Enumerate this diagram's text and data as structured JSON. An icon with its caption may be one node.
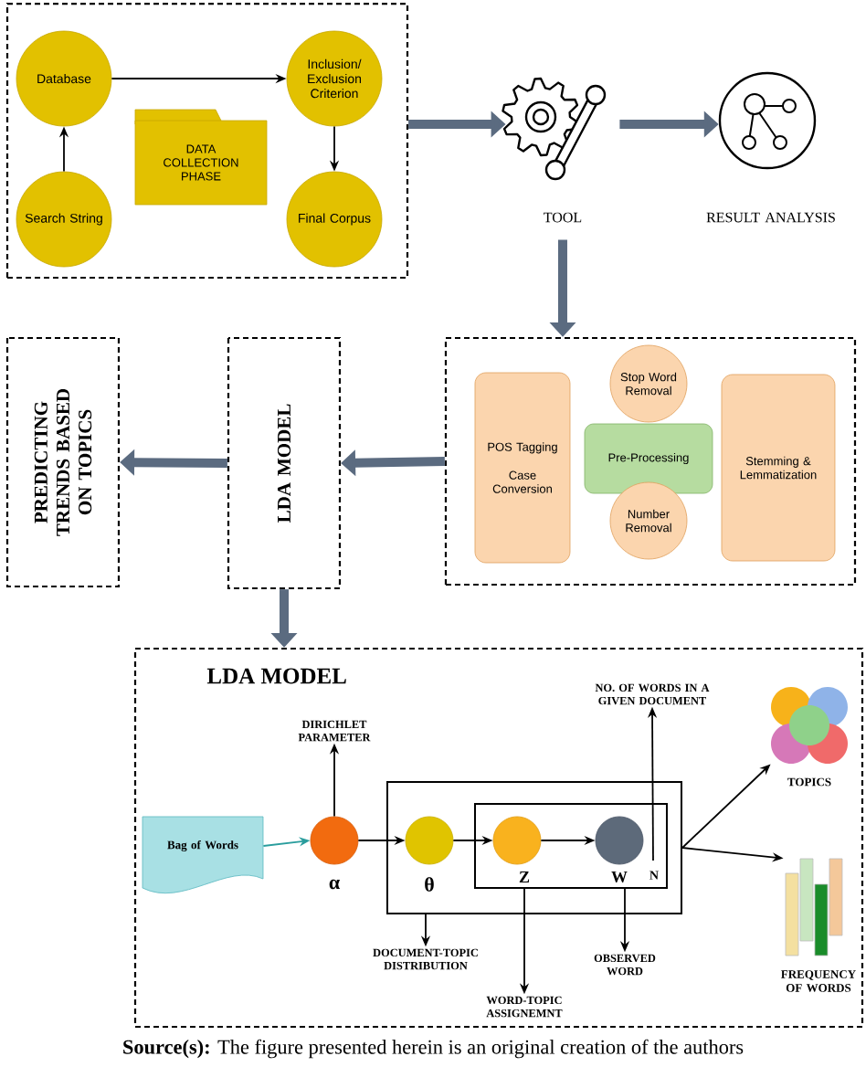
{
  "diagram": {
    "caption": "**Source(s):** The figure presented herein is an original creation of the authors",
    "nodes": [
      {
        "text": [],
        "shape": "box"
      },
      {
        "text": [
          "Database"
        ],
        "in": 0
      },
      {
        "text": [
          "Inclusion/ Exclusion Criterion"
        ],
        "in": 0
      },
      {
        "text": [
          "DATA COLLECTION PHASE"
        ],
        "in": 0
      },
      {
        "text": [
          "Search String"
        ],
        "in": 0
      },
      {
        "text": [
          "Final Corpus"
        ],
        "in": 0
      },
      {
        "text": [],
        "shape": "gear",
        "beside": [
          "TOOL"
        ]
      },
      {
        "text": [],
        "shape": "circle",
        "beside": [
          "RESULT ANALYSIS"
        ]
      },
      {
        "text": [],
        "shape": "box"
      },
      {
        "text": [
          "POS Tagging",
          "Case Conversion"
        ],
        "in": 8
      },
      {
        "text": [
          "Pre-Processing"
        ],
        "in": 8
      },
      {
        "text": [
          "Stop Word Removal"
        ],
        "in": 8
      },
      {
        "text": [
          "Number Removal"
        ],
        "in": 8
      },
      {
        "text": [
          "Stemming & Lemmatization"
        ],
        "in": 8
      },
      {
        "text": [
          "LDA MODEL"
        ]
      },
      {
        "text": [
          "PREDICTING TRENDS BASED ON TOPICS"
        ]
      },
      {
        "text": [
          "LDA MODEL"
        ]
      },
      {
        "text": [
          "Bag of Words"
        ],
        "in": 16
      },
      {
        "text": [],
        "shape": "circle",
        "beside": [
          "α"
        ],
        "in": 16
      },
      {
        "text": [],
        "shape": "box",
        "in": 16
      },
      {
        "text": [],
        "shape": "circle",
        "beside": [
          "θ"
        ],
        "in": 19
      },
      {
        "text": [
          "N"
        ],
        "in": 19
      },
      {
        "text": [],
        "shape": "circle",
        "beside": [
          "Z"
        ],
        "in": 21
      },
      {
        "text": [],
        "shape": "circle",
        "beside": [
          "W"
        ],
        "in": 21
      },
      {
        "text": [],
        "shape": "circle",
        "beside": [
          "TOPICS"
        ],
        "in": 16
      },
      {
        "text": [],
        "shape": "bar",
        "beside": [
          "FREQUENCY OF WORDS"
        ],
        "in": 16
      },
      {
        "text": [
          "DIRICHLET PARAMETER"
        ],
        "in": 16
      },
      {
        "text": [
          "NO. OF WORDS IN A GIVEN DOCUMENT"
        ],
        "in": 16
      },
      {
        "text": [
          "DOCUMENT-TOPIC DISTRIBUTION"
        ],
        "in": 16
      },
      {
        "text": [
          "WORD-TOPIC ASSIGNEMNT"
        ],
        "in": 16
      },
      {
        "text": [
          "OBSERVED WORD"
        ],
        "in": 16
      }
    ],
    "edges": [
      {
        "from": 0,
        "to": 6,
        "arrow": "to",
        "style": "thick",
        "color": "#5b6b80"
      },
      {
        "from": 6,
        "to": 7,
        "arrow": "to",
        "style": "thick",
        "color": "#5b6b80"
      },
      {
        "from": 6,
        "to": 8,
        "arrow": "to",
        "style": "thick",
        "color": "#5b6b80"
      },
      {
        "from": 8,
        "to": 14,
        "arrow": "to",
        "style": "thick",
        "color": "#5b6b80"
      },
      {
        "from": 14,
        "to": 15,
        "arrow": "to",
        "style": "thick",
        "color": "#5b6b80"
      },
      {
        "from": 14,
        "to": 16,
        "arrow": "to",
        "style": "thick",
        "color": "#5b6b80"
      },
      {
        "from": 4,
        "to": 1,
        "arrow": "to"
      },
      {
        "from": 1,
        "to": 2,
        "arrow": "to"
      },
      {
        "from": 2,
        "to": 5,
        "arrow": "to"
      },
      {
        "from": 17,
        "to": 18,
        "arrow": "to",
        "color": "#2a9d9d"
      },
      {
        "from": 18,
        "to": 20,
        "arrow": "to"
      },
      {
        "from": 20,
        "to": 22,
        "arrow": "to"
      },
      {
        "from": 22,
        "to": 23,
        "arrow": "to"
      },
      {
        "from": 18,
        "to": 26,
        "arrow": "to"
      },
      {
        "from": 21,
        "to": 27,
        "arrow": "to"
      },
      {
        "from": 19,
        "to": 28,
        "arrow": "to"
      },
      {
        "from": 21,
        "to": 29,
        "arrow": "to"
      },
      {
        "from": 21,
        "to": 30,
        "arrow": "to"
      },
      {
        "from": 19,
        "to": 24,
        "arrow": "to"
      },
      {
        "from": 19,
        "to": 25,
        "arrow": "to"
      }
    ]
  }
}
